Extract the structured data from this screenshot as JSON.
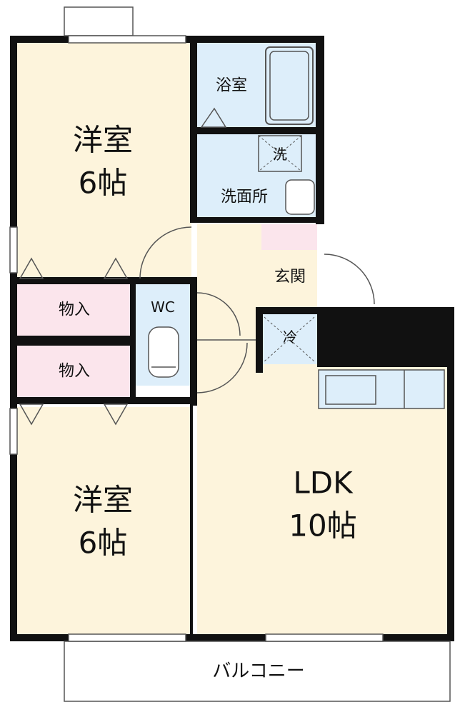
{
  "rooms": {
    "western_room_top": {
      "name": "洋室",
      "size": "6帖"
    },
    "western_room_bottom": {
      "name": "洋室",
      "size": "6帖"
    },
    "bath": "浴室",
    "washroom": "洗面所",
    "washer_mark": "洗",
    "entrance": "玄関",
    "wc": "WC",
    "storage_top": "物入",
    "storage_bottom": "物入",
    "fridge_mark": "冷",
    "ldk": {
      "name": "LDK",
      "size": "10帖"
    },
    "balcony": "バルコニー"
  },
  "colors": {
    "western_room": "#fdf4dc",
    "ldk": "#fdf4dc",
    "wet_area": "#ddeefa",
    "storage": "#fbe5ec",
    "wall": "#111111"
  }
}
